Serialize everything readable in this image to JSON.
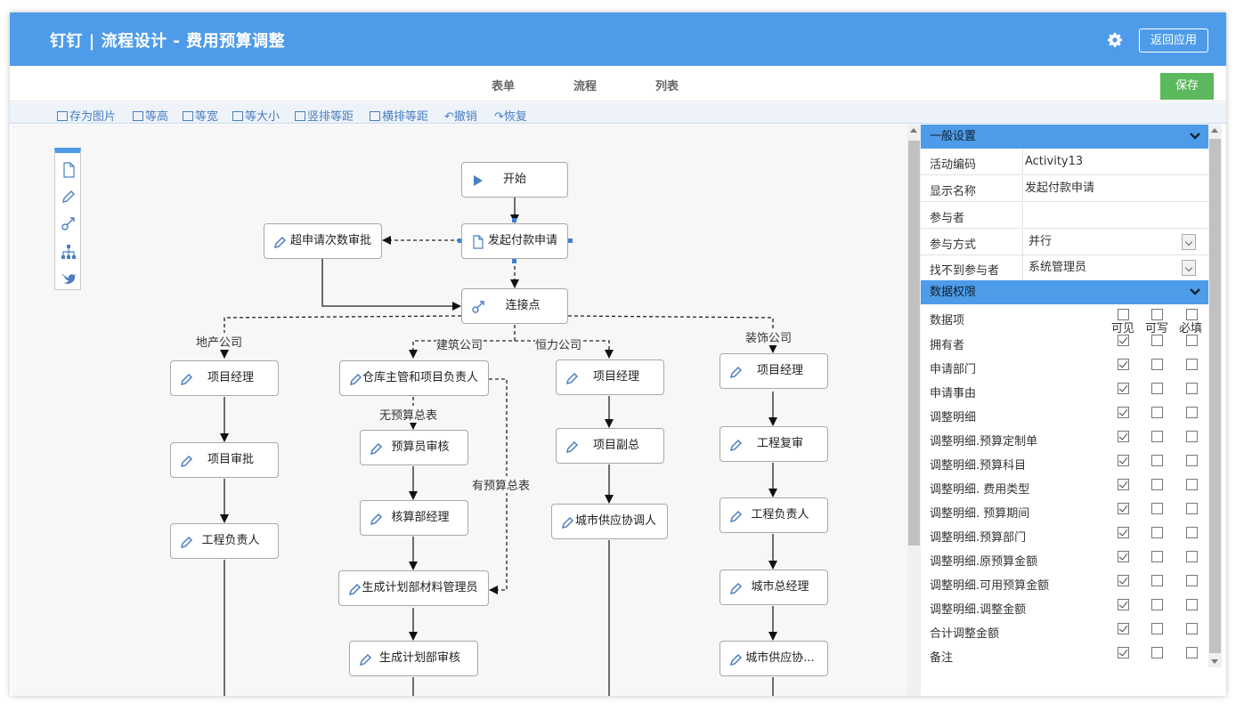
{
  "header": {
    "title": "钉钉 | 流程设计 - 费用预算调整",
    "back_label": "返回应用"
  },
  "tabs": [
    "表单",
    "流程",
    "列表"
  ],
  "save_label": "保存",
  "toolbar": {
    "save_image": "存为图片",
    "same_height": "等高",
    "same_width": "等宽",
    "same_size": "等大小",
    "vertical_spacing": "竖排等距",
    "horizontal_spacing": "横排等距",
    "undo": "撤销",
    "redo": "恢复"
  },
  "flow": {
    "start": "开始",
    "initiate": "发起付款申请",
    "over_count": "超申请次数审批",
    "junction": "连接点",
    "branches": {
      "real_estate": "地产公司",
      "construction": "建筑公司",
      "hengli": "恒力公司",
      "decoration": "装饰公司"
    },
    "col1": [
      "项目经理",
      "项目审批",
      "工程负责人"
    ],
    "col2": [
      "仓库主管和项目负责人",
      "预算员审核",
      "核算部经理",
      "生成计划部材料管理员",
      "生成计划部审核"
    ],
    "col3": [
      "项目经理",
      "项目副总",
      "城市供应协调人"
    ],
    "col4": [
      "项目经理",
      "工程复审",
      "工程负责人",
      "城市总经理",
      "城市供应协..."
    ],
    "cond_no_total": "无预算总表",
    "cond_has_total": "有预算总表"
  },
  "panel": {
    "general": {
      "title": "一般设置",
      "rows": [
        {
          "label": "活动编码",
          "value": "Activity13"
        },
        {
          "label": "显示名称",
          "value": "发起付款申请"
        },
        {
          "label": "参与者",
          "value": ""
        },
        {
          "label": "参与方式",
          "value": "并行"
        },
        {
          "label": "找不到参与者",
          "value": "系统管理员"
        }
      ]
    },
    "perm": {
      "title": "数据权限",
      "item_header": "数据项",
      "col_visible": "可见",
      "col_write": "可写",
      "col_required": "必填",
      "rows": [
        {
          "label": "拥有者",
          "visible": true
        },
        {
          "label": "申请部门",
          "visible": true
        },
        {
          "label": "申请事由",
          "visible": true
        },
        {
          "label": "调整明细",
          "visible": true
        },
        {
          "label": "调整明细.预算定制单",
          "visible": true
        },
        {
          "label": "调整明细.预算科目",
          "visible": true
        },
        {
          "label": "调整明细. 费用类型",
          "visible": true
        },
        {
          "label": "调整明细. 预算期间",
          "visible": true
        },
        {
          "label": "调整明细.预算部门",
          "visible": true
        },
        {
          "label": "调整明细.原预算金额",
          "visible": true
        },
        {
          "label": "调整明细.可用预算金额",
          "visible": true
        },
        {
          "label": "调整明细.调整金额",
          "visible": true
        },
        {
          "label": "合计调整金额",
          "visible": true
        },
        {
          "label": "备注",
          "visible": true
        }
      ]
    }
  },
  "colors": {
    "header": "#4e9ce9",
    "save": "#5cb85c",
    "link": "#4a7fc0"
  }
}
